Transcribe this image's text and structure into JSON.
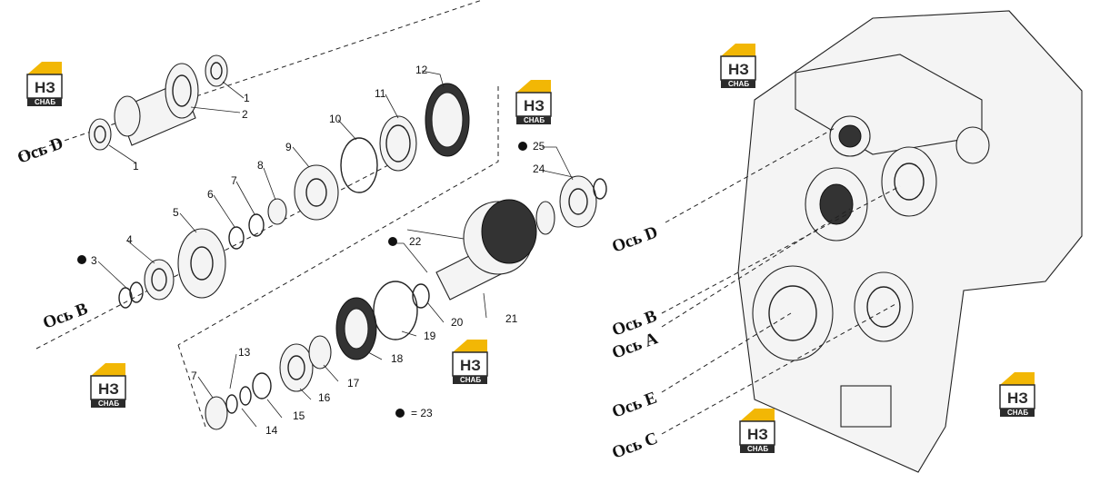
{
  "logo": {
    "top_letters": "НЗ",
    "bottom_text": "СНАБ",
    "accent": "#f2b705",
    "dark": "#2b2b2b"
  },
  "axes": {
    "left_d": "Ось D",
    "left_b": "Ось B",
    "right_d": "Ось D",
    "right_b": "Ось B",
    "right_a": "Ось A",
    "right_e": "Ось E",
    "right_c": "Ось C"
  },
  "callouts": {
    "c1a": "1",
    "c1b": "1",
    "c2": "2",
    "c3": "3",
    "c4": "4",
    "c5": "5",
    "c6": "6",
    "c7a": "7",
    "c7b": "7",
    "c8": "8",
    "c9": "9",
    "c10": "10",
    "c11": "11",
    "c12": "12",
    "c13": "13",
    "c14": "14",
    "c15": "15",
    "c16": "16",
    "c17": "17",
    "c18": "18",
    "c19": "19",
    "c20": "20",
    "c21": "21",
    "c22": "22",
    "c24": "24",
    "c25": "25"
  },
  "legend": {
    "text": "= 23"
  }
}
